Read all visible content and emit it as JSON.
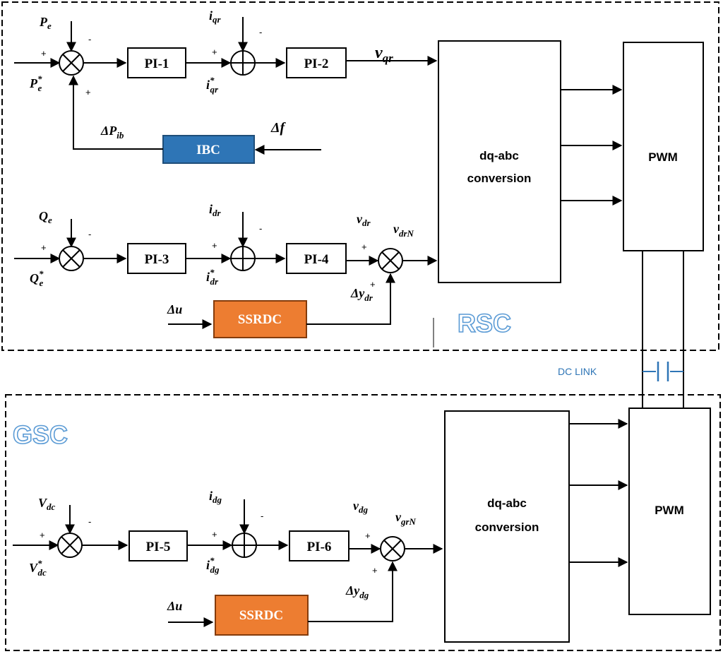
{
  "rsc": {
    "label": "RSC",
    "blocks": {
      "pi1": "PI-1",
      "pi2": "PI-2",
      "pi3": "PI-3",
      "pi4": "PI-4",
      "ibc": "IBC",
      "ssrdc": "SSRDC",
      "dqabc_line1": "dq-abc",
      "dqabc_line2": "conversion",
      "pwm": "PWM"
    },
    "signals": {
      "pe": "P",
      "pe_sub": "e",
      "pe_ref": "P",
      "pe_ref_sub": "e",
      "pe_ref_sup": "*",
      "iqr": "i",
      "iqr_sub": "qr",
      "iqr_ref": "i",
      "iqr_ref_sub": "qr",
      "iqr_ref_sup": "*",
      "vqr": "v",
      "vqr_sub": "qr",
      "dpib": "ΔP",
      "dpib_sub": "ib",
      "df": "Δf",
      "qe": "Q",
      "qe_sub": "e",
      "qe_ref": "Q",
      "qe_ref_sub": "e",
      "qe_ref_sup": "*",
      "idr": "i",
      "idr_sub": "dr",
      "idr_ref": "i",
      "idr_ref_sub": "dr",
      "idr_ref_sup": "*",
      "vdr": "v",
      "vdr_sub": "dr",
      "vdrn": "v",
      "vdrn_sub": "drN",
      "dydr": "Δy",
      "dydr_sub": "dr",
      "du": "Δu"
    }
  },
  "gsc": {
    "label": "GSC",
    "blocks": {
      "pi5": "PI-5",
      "pi6": "PI-6",
      "ssrdc": "SSRDC",
      "dqabc_line1": "dq-abc",
      "dqabc_line2": "conversion",
      "pwm": "PWM"
    },
    "signals": {
      "vdc": "V",
      "vdc_sub": "dc",
      "vdc_ref": "V",
      "vdc_ref_sub": "dc",
      "vdc_ref_sup": "*",
      "idg": "i",
      "idg_sub": "dg",
      "idg_ref": "i",
      "idg_ref_sub": "dg",
      "idg_ref_sup": "*",
      "vdg": "v",
      "vdg_sub": "dg",
      "vgrn": "v",
      "vgrn_sub": "grN",
      "dydg": "Δy",
      "dydg_sub": "dg",
      "du": "Δu"
    }
  },
  "dc_link": "DC LINK",
  "signs": {
    "plus": "+",
    "minus": "-"
  },
  "colors": {
    "ibc_fill": "#2e75b6",
    "ssrdc_fill": "#ed7d31",
    "label_outline": "#5b9bd5"
  }
}
